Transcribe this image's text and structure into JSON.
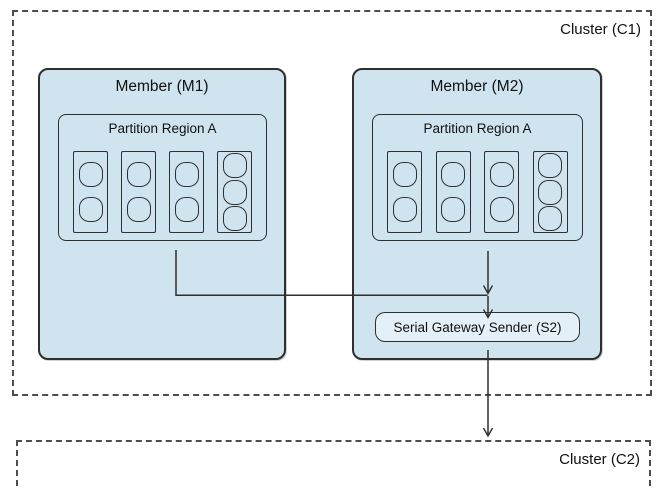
{
  "diagram": {
    "clusters": {
      "c1": {
        "label": "Cluster (C1)"
      },
      "c2": {
        "label": "Cluster (C2)"
      }
    },
    "members": {
      "m1": {
        "label": "Member (M1)",
        "partition": {
          "label": "Partition Region A",
          "bucket_columns": [
            2,
            2,
            2,
            3
          ]
        }
      },
      "m2": {
        "label": "Member (M2)",
        "partition": {
          "label": "Partition Region A",
          "bucket_columns": [
            2,
            2,
            2,
            3
          ]
        },
        "gateway": {
          "label": "Serial Gateway Sender (S2)"
        }
      }
    },
    "connections": [
      {
        "from": "member-m1-partition",
        "to": "junction-above-gateway",
        "arrow": false
      },
      {
        "from": "member-m2-partition",
        "to": "junction-above-gateway",
        "arrow": true
      },
      {
        "from": "junction-above-gateway",
        "to": "serial-gateway-sender-s2",
        "arrow": true
      },
      {
        "from": "serial-gateway-sender-s2",
        "to": "cluster-c2",
        "arrow": true
      }
    ],
    "colors": {
      "page_bg": "#ffffff",
      "member_fill": "#cfe4ee",
      "gateway_fill": "#e3f0f7",
      "stroke": "#2f2f2f",
      "cluster_dash": "#4d4d4d"
    }
  }
}
